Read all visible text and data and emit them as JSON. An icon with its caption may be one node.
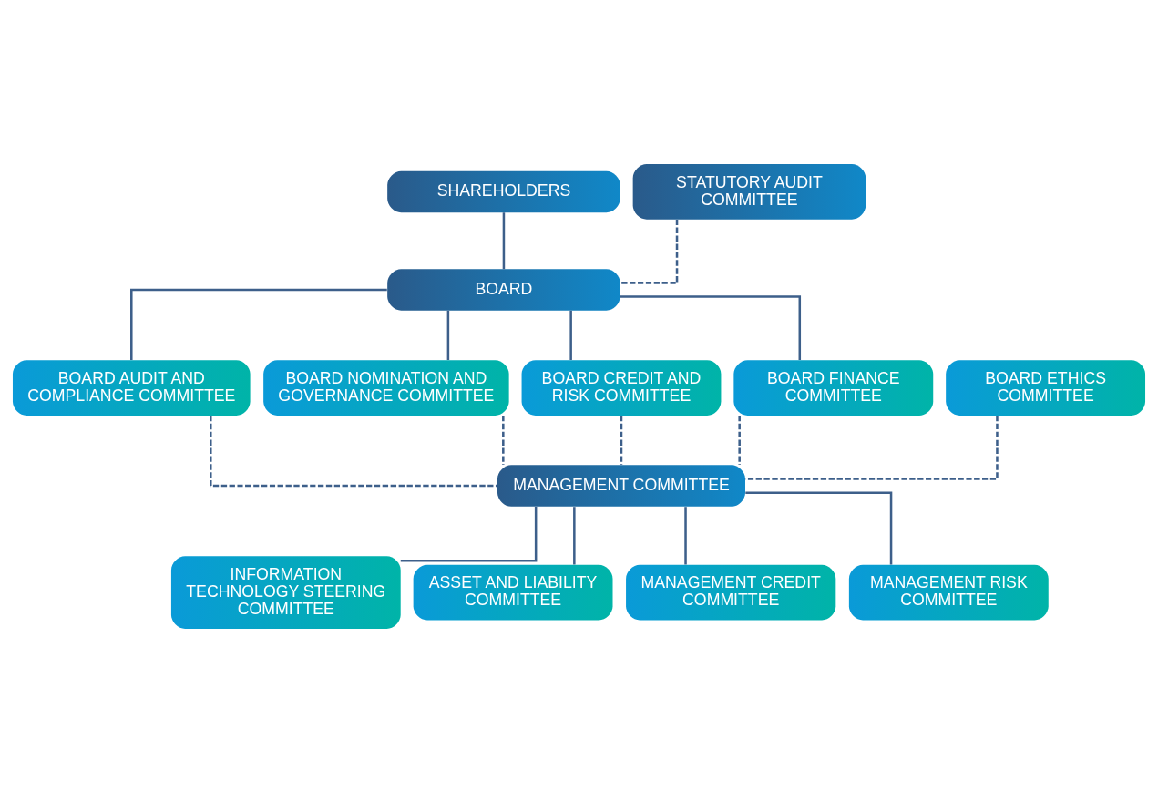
{
  "diagram": {
    "nodes": [
      {
        "text": [
          "SHAREHOLDERS"
        ]
      },
      {
        "text": [
          "STATUTORY AUDIT COMMITTEE"
        ]
      },
      {
        "text": [
          "BOARD"
        ]
      },
      {
        "text": [
          "BOARD AUDIT AND COMPLIANCE COMMITTEE"
        ]
      },
      {
        "text": [
          "BOARD NOMINATION AND GOVERNANCE COMMITTEE"
        ]
      },
      {
        "text": [
          "BOARD CREDIT AND RISK COMMITTEE"
        ]
      },
      {
        "text": [
          "BOARD FINANCE COMMITTEE"
        ]
      },
      {
        "text": [
          "BOARD ETHICS COMMITTEE"
        ]
      },
      {
        "text": [
          "MANAGEMENT COMMITTEE"
        ]
      },
      {
        "text": [
          "INFORMATION TECHNOLOGY STEERING COMMITTEE"
        ]
      },
      {
        "text": [
          "ASSET AND LIABILITY COMMITTEE"
        ]
      },
      {
        "text": [
          "MANAGEMENT CREDIT COMMITTEE"
        ]
      },
      {
        "text": [
          "MANAGEMENT RISK COMMITTEE"
        ]
      }
    ],
    "edges": [
      {
        "from": 0,
        "to": 2,
        "arrow": "none"
      },
      {
        "from": 1,
        "to": 2,
        "arrow": "none",
        "style": "dashed"
      },
      {
        "from": 2,
        "to": 3,
        "arrow": "none"
      },
      {
        "from": 2,
        "to": 4,
        "arrow": "none"
      },
      {
        "from": 2,
        "to": 5,
        "arrow": "none"
      },
      {
        "from": 2,
        "to": 6,
        "arrow": "none"
      },
      {
        "from": 3,
        "to": 8,
        "arrow": "none",
        "style": "dashed"
      },
      {
        "from": 4,
        "to": 8,
        "arrow": "none",
        "style": "dashed"
      },
      {
        "from": 5,
        "to": 8,
        "arrow": "none",
        "style": "dashed"
      },
      {
        "from": 6,
        "to": 8,
        "arrow": "none",
        "style": "dashed"
      },
      {
        "from": 7,
        "to": 8,
        "arrow": "none",
        "style": "dashed"
      },
      {
        "from": 8,
        "to": 9,
        "arrow": "none"
      },
      {
        "from": 8,
        "to": 10,
        "arrow": "none"
      },
      {
        "from": 8,
        "to": 11,
        "arrow": "none"
      },
      {
        "from": 8,
        "to": 12,
        "arrow": "none"
      }
    ]
  }
}
